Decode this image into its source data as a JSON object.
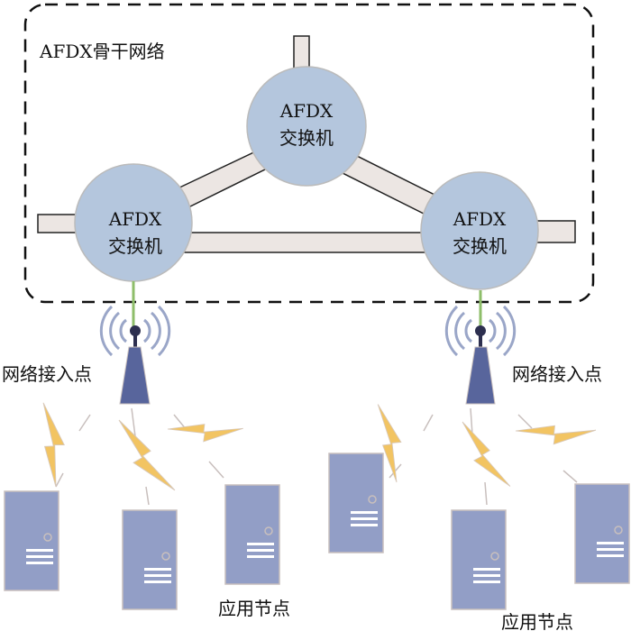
{
  "backbone": {
    "title": "AFDX骨干网络"
  },
  "switches": [
    {
      "line1": "AFDX",
      "line2": "交换机"
    },
    {
      "line1": "AFDX",
      "line2": "交换机"
    },
    {
      "line1": "AFDX",
      "line2": "交换机"
    }
  ],
  "access_points": [
    {
      "label": "网络接入点"
    },
    {
      "label": "网络接入点"
    }
  ],
  "node_labels": [
    {
      "label": "应用节点"
    },
    {
      "label": "应用节点"
    }
  ],
  "colors": {
    "switch_fill": "#b4c6dd",
    "link_fill": "#ece6e3",
    "tower_fill": "#58659c",
    "server_fill": "#929ec6",
    "bolt_fill": "#f2c462",
    "uplink": "#8ebe6a"
  }
}
